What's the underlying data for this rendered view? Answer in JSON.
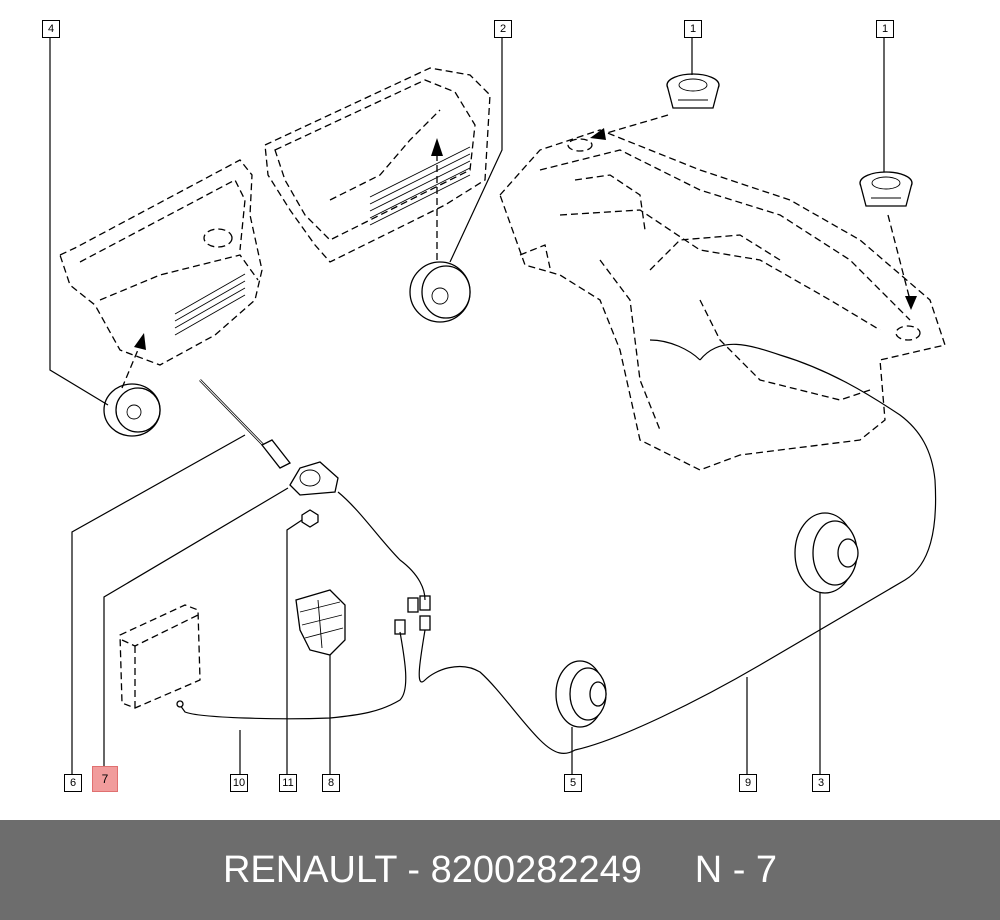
{
  "callouts": {
    "c4": "4",
    "c2": "2",
    "c1a": "1",
    "c1b": "1",
    "c6": "6",
    "c7": "7",
    "c10": "10",
    "c11": "11",
    "c8": "8",
    "c5": "5",
    "c9": "9",
    "c3": "3"
  },
  "highlight_color": "#f19c9c",
  "footer": {
    "text": "RENAULT - 8200282249     N - 7",
    "background": "#6d6d6d",
    "text_color": "#ffffff"
  }
}
